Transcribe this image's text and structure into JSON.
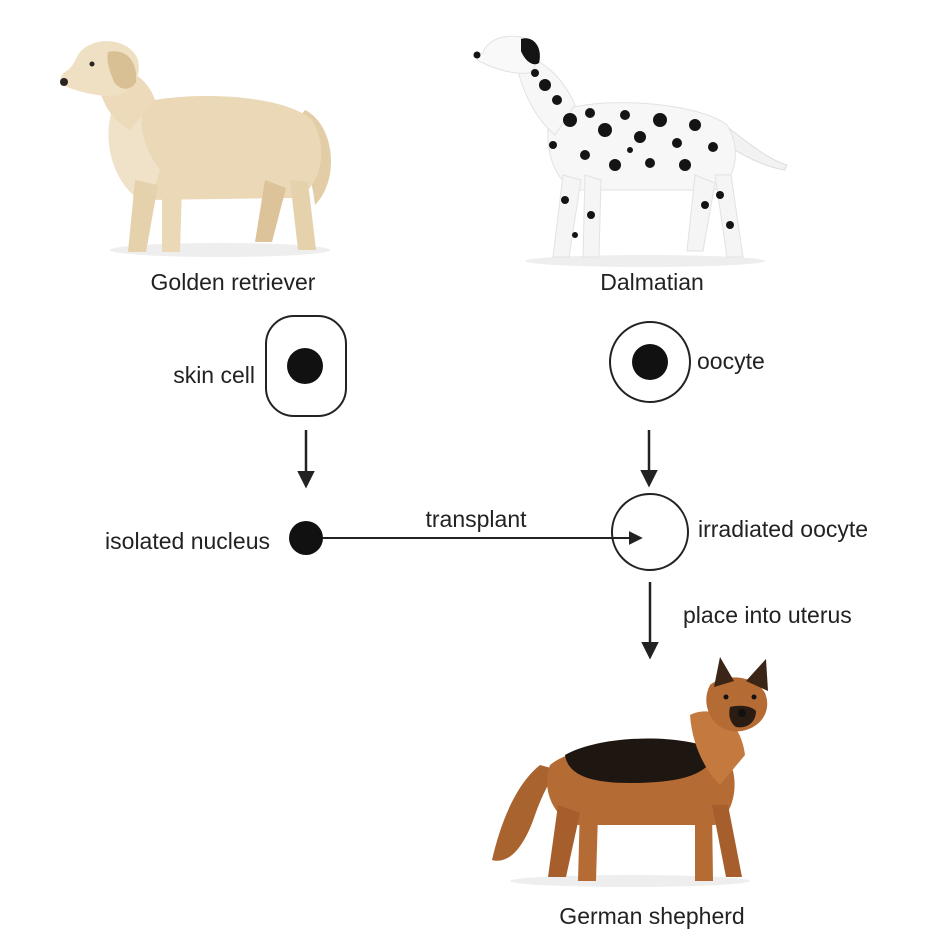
{
  "breeds": {
    "golden_retriever": "Golden retriever",
    "dalmatian": "Dalmatian",
    "german_shepherd": "German shepherd"
  },
  "cells": {
    "skin_cell": "skin cell",
    "oocyte": "oocyte",
    "isolated_nucleus": "isolated nucleus",
    "irradiated_oocyte": "irradiated oocyte"
  },
  "steps": {
    "transplant": "transplant",
    "place_into_uterus": "place into uterus"
  },
  "colors": {
    "golden_coat": "#e9d6b4",
    "golden_shadow": "#cdb48b",
    "dalmatian_coat": "#f7f7f7",
    "dalmatian_spot": "#141414",
    "shepherd_tan": "#b56b34",
    "shepherd_black": "#1e1611",
    "line": "#222222"
  }
}
